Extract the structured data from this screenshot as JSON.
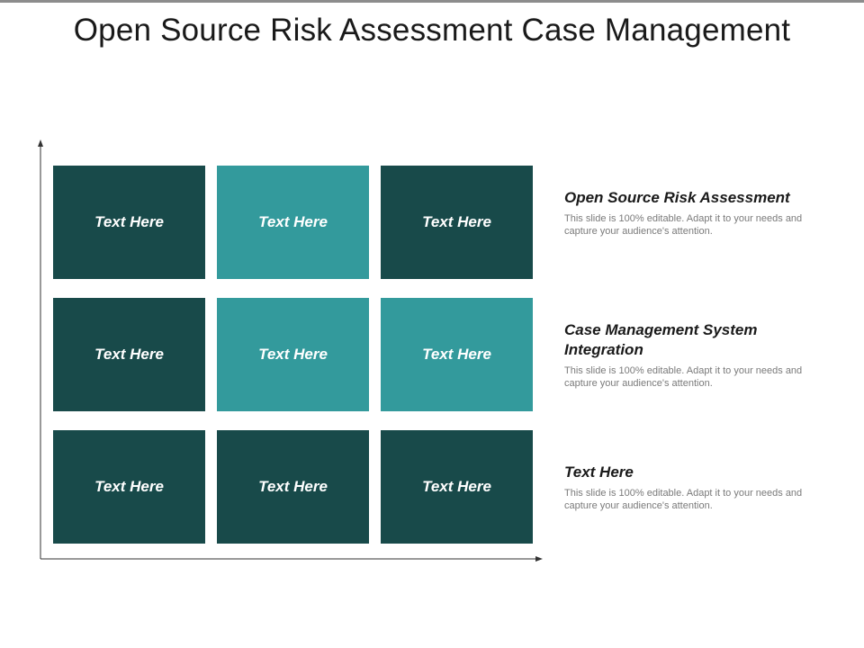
{
  "title": "Open Source Risk Assessment Case Management",
  "colors": {
    "dark_teal": "#184a4a",
    "light_teal": "#339a9c",
    "axis": "#333333"
  },
  "grid": {
    "rows": [
      [
        {
          "label": "Text Here",
          "tone": "dark"
        },
        {
          "label": "Text Here",
          "tone": "light"
        },
        {
          "label": "Text Here",
          "tone": "dark"
        }
      ],
      [
        {
          "label": "Text Here",
          "tone": "dark"
        },
        {
          "label": "Text Here",
          "tone": "light"
        },
        {
          "label": "Text Here",
          "tone": "light"
        }
      ],
      [
        {
          "label": "Text Here",
          "tone": "dark"
        },
        {
          "label": "Text Here",
          "tone": "dark"
        },
        {
          "label": "Text Here",
          "tone": "dark"
        }
      ]
    ]
  },
  "legend": [
    {
      "heading": "Open Source Risk Assessment",
      "description": "This slide is 100% editable. Adapt it to your needs and capture your audience's attention."
    },
    {
      "heading": "Case Management System Integration",
      "description": "This slide is 100% editable. Adapt it to your needs and capture your audience's attention."
    },
    {
      "heading": "Text Here",
      "description": "This slide is 100% editable. Adapt it to your needs and capture your audience's attention."
    }
  ]
}
